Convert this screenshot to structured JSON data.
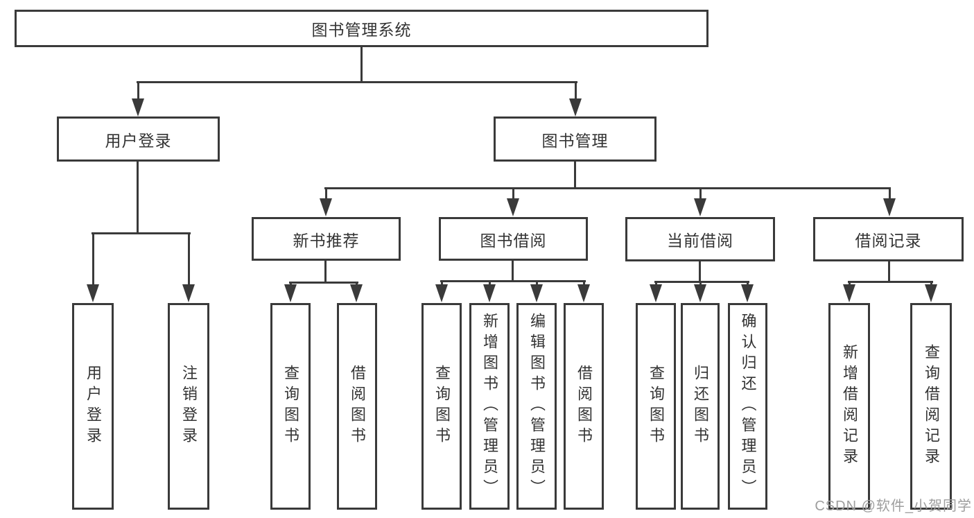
{
  "diagram": {
    "type": "tree",
    "root": {
      "label": "图书管理系统",
      "children": [
        {
          "label": "用户登录",
          "children": [
            {
              "label": "用户登录"
            },
            {
              "label": "注销登录"
            }
          ]
        },
        {
          "label": "图书管理",
          "children": [
            {
              "label": "新书推荐",
              "children": [
                {
                  "label": "查询图书"
                },
                {
                  "label": "借阅图书"
                }
              ]
            },
            {
              "label": "图书借阅",
              "children": [
                {
                  "label": "查询图书"
                },
                {
                  "label": "新增图书（管理员）"
                },
                {
                  "label": "编辑图书（管理员）"
                },
                {
                  "label": "借阅图书"
                }
              ]
            },
            {
              "label": "当前借阅",
              "children": [
                {
                  "label": "查询图书"
                },
                {
                  "label": "归还图书"
                },
                {
                  "label": "确认归还（管理员）"
                }
              ]
            },
            {
              "label": "借阅记录",
              "children": [
                {
                  "label": "新增借阅记录"
                },
                {
                  "label": "查询借阅记录"
                }
              ]
            }
          ]
        }
      ]
    }
  },
  "watermark": {
    "text": "CSDN @软件_小贺同学"
  },
  "colors": {
    "line": "#3a3a3a",
    "box_border": "#3a3a3a",
    "box_fill": "#ffffff",
    "text": "#333333",
    "background": "#ffffff",
    "watermark": "#9e9e9e"
  }
}
